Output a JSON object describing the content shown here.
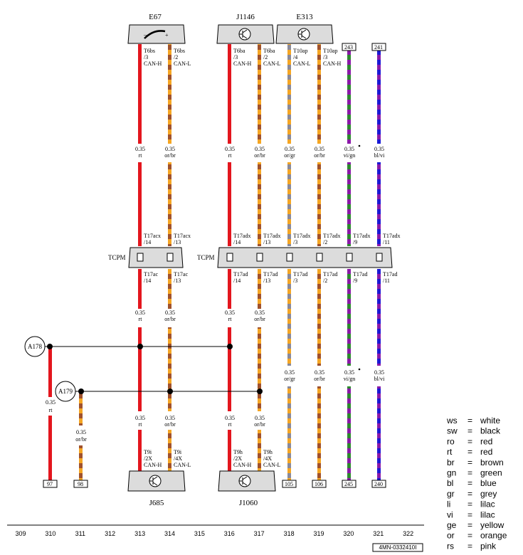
{
  "components": {
    "e67": "E67",
    "j1146": "J1146",
    "e313": "E313",
    "tcpm_left": "TCPM",
    "tcpm_right": "TCPM",
    "j685": "J685",
    "j1060": "J1060"
  },
  "refs_top": {
    "r243": "243",
    "r241": "241"
  },
  "refs_bottom": {
    "r97": "97",
    "r98": "98",
    "r105": "105",
    "r106": "106",
    "r245": "245",
    "r240": "240"
  },
  "ground_points": {
    "a178": "A178",
    "a179": "A179"
  },
  "pins": {
    "w313_top": [
      "T6bs",
      "/3",
      "CAN-H"
    ],
    "w314_top": [
      "T6bs",
      "/2",
      "CAN-L"
    ],
    "w316_top": [
      "T6ba",
      "/3",
      "CAN-H"
    ],
    "w317_top": [
      "T6ba",
      "/2",
      "CAN-L"
    ],
    "w318_top": [
      "T10ap",
      "/4",
      "CAN-L"
    ],
    "w319_top": [
      "T10ap",
      "/3",
      "CAN-H"
    ],
    "w313_mid_a": [
      "T17acx",
      "/14"
    ],
    "w314_mid_a": [
      "T17acx",
      "/13"
    ],
    "w316_mid_a": [
      "T17adx",
      "/14"
    ],
    "w317_mid_a": [
      "T17adx",
      "/13"
    ],
    "w318_mid_a": [
      "T17adx",
      "/3"
    ],
    "w319_mid_a": [
      "T17adx",
      "/2"
    ],
    "w320_mid_a": [
      "T17adx",
      "/9"
    ],
    "w321_mid_a": [
      "T17adx",
      "/11"
    ],
    "w313_mid_b": [
      "T17ac",
      "/14"
    ],
    "w314_mid_b": [
      "T17ac",
      "/13"
    ],
    "w316_mid_b": [
      "T17ad",
      "/14"
    ],
    "w317_mid_b": [
      "T17ad",
      "/13"
    ],
    "w318_mid_b": [
      "T17ad",
      "/3"
    ],
    "w319_mid_b": [
      "T17ad",
      "/2"
    ],
    "w320_mid_b": [
      "T17ad",
      "/9"
    ],
    "w321_mid_b": [
      "T17ad",
      "/11"
    ],
    "w313_bot": [
      "T9i",
      "/2X",
      "CAN-H"
    ],
    "w314_bot": [
      "T9i",
      "/4X",
      "CAN-L"
    ],
    "w316_bot": [
      "T9h",
      "/2X",
      "CAN-H"
    ],
    "w317_bot": [
      "T9h",
      "/4X",
      "CAN-L"
    ]
  },
  "wire_labels": {
    "w313_a": [
      "0.35",
      "rt"
    ],
    "w314_a": [
      "0.35",
      "or/br"
    ],
    "w316_a": [
      "0.35",
      "rt"
    ],
    "w317_a": [
      "0.35",
      "or/br"
    ],
    "w318_a": [
      "0.35",
      "or/gr"
    ],
    "w319_a": [
      "0.35",
      "or/br"
    ],
    "w320_a": [
      "0.35",
      "vi/gn"
    ],
    "w321_a": [
      "0.35",
      "bl/vi"
    ],
    "w313_b": [
      "0.35",
      "rt"
    ],
    "w314_b": [
      "0.35",
      "or/br"
    ],
    "w316_b": [
      "0.35",
      "rt"
    ],
    "w317_b": [
      "0.35",
      "or/br"
    ],
    "w318_b": [
      "0.35",
      "or/gr"
    ],
    "w319_b": [
      "0.35",
      "or/br"
    ],
    "w320_b": [
      "0.35",
      "vi/gn"
    ],
    "w321_b": [
      "0.35",
      "bl/vi"
    ],
    "w313_c": [
      "0.35",
      "rt"
    ],
    "w314_c": [
      "0.35",
      "or/br"
    ],
    "w316_c": [
      "0.35",
      "rt"
    ],
    "w317_c": [
      "0.35",
      "or/br"
    ],
    "w310": [
      "0.35",
      "rt"
    ],
    "w311": [
      "0.35",
      "or/br"
    ]
  },
  "column_numbers": [
    "309",
    "310",
    "311",
    "312",
    "313",
    "314",
    "315",
    "316",
    "317",
    "318",
    "319",
    "320",
    "321",
    "322"
  ],
  "legend": [
    [
      "ws",
      "=",
      "white"
    ],
    [
      "sw",
      "=",
      "black"
    ],
    [
      "ro",
      "=",
      "red"
    ],
    [
      "rt",
      "=",
      "red"
    ],
    [
      "br",
      "=",
      "brown"
    ],
    [
      "gn",
      "=",
      "green"
    ],
    [
      "bl",
      "=",
      "blue"
    ],
    [
      "gr",
      "=",
      "grey"
    ],
    [
      "li",
      "=",
      "lilac"
    ],
    [
      "vi",
      "=",
      "lilac"
    ],
    [
      "ge",
      "=",
      "yellow"
    ],
    [
      "or",
      "=",
      "orange"
    ],
    [
      "rs",
      "=",
      "pink"
    ]
  ],
  "doc_id": "4MN-0332410I",
  "colors": {
    "rt": "#e3161e",
    "or": "#f5a623",
    "br": "#a0522d",
    "gr": "#8a8a9a",
    "vi": "#8a1aa8",
    "gn": "#2e8b2e",
    "bl": "#1a1ad6",
    "box_fill": "#dcdcdc"
  }
}
